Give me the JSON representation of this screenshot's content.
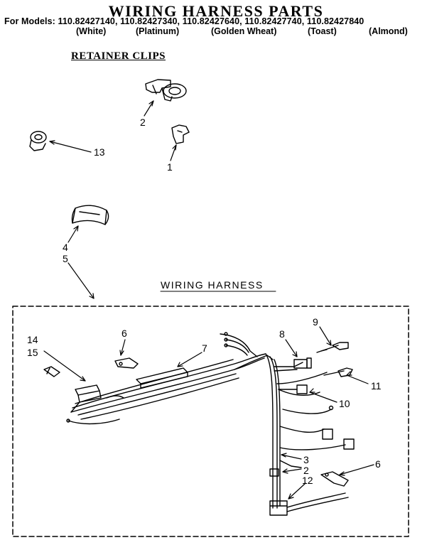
{
  "title": "WIRING HARNESS PARTS",
  "models_line": "For Models: 110.82427140, 110.82427340, 110.82427640, 110.82427740, 110.82427840",
  "colors": [
    "(White)",
    "(Platinum)",
    "(Golden Wheat)",
    "(Toast)",
    "(Almond)"
  ],
  "sections": {
    "retainer_clips": "RETAINER CLIPS",
    "wiring_harness": "WIRING HARNESS"
  },
  "callouts": {
    "c2_top": "2",
    "c13": "13",
    "c1": "1",
    "c4": "4",
    "c5": "5",
    "c14": "14",
    "c15": "15",
    "c6_left": "6",
    "c7": "7",
    "c8": "8",
    "c9": "9",
    "c11": "11",
    "c10": "10",
    "c3": "3",
    "c2_bottom": "2",
    "c12": "12",
    "c6_right": "6"
  }
}
